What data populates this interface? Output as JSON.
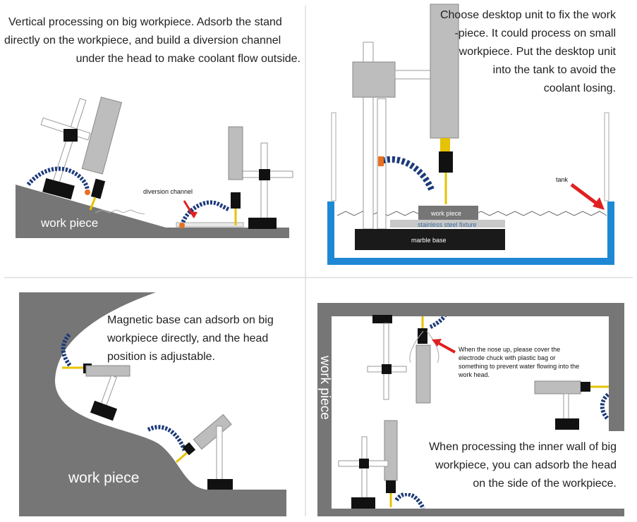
{
  "panels": {
    "top_left": {
      "caption": [
        "Vertical processing on big workpiece. Adsorb the stand",
        "directly on the workpiece, and build a  diversion channel",
        "under the head to make coolant flow outside."
      ],
      "work_piece_label": "work piece",
      "diversion_label": "diversion channel"
    },
    "top_right": {
      "caption": [
        "Choose desktop unit to fix the work",
        "-piece. It could process on small",
        "workpiece. Put the desktop unit",
        "into the tank to avoid the",
        "coolant losing."
      ],
      "tank_label": "tank",
      "work_piece_label": "work piece",
      "fixture_label": "stainless steel fixture",
      "base_label": "marble base"
    },
    "bottom_left": {
      "caption": [
        "Magnetic base can adsorb on big",
        "workpiece  directly, and the head",
        "position is adjustable."
      ],
      "work_piece_label": "work piece"
    },
    "bottom_right": {
      "note": [
        "When the nose up, please cover the",
        "electrode chuck with plastic bag or",
        "something to prevent  water flowing into the",
        "work head."
      ],
      "caption": [
        "When processing the inner wall of big",
        "workpiece, you can adsorb the head",
        "on the side of the workpiece."
      ],
      "work_piece_label": "work piece"
    }
  }
}
